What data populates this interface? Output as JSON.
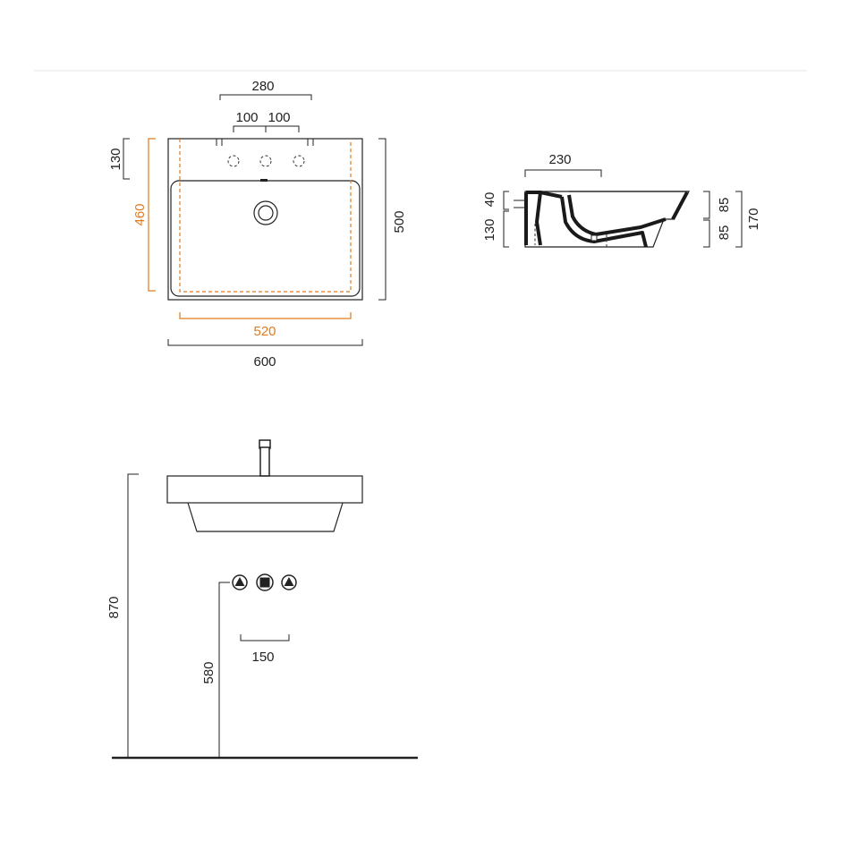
{
  "colors": {
    "line": "#222222",
    "accent": "#e07a1f",
    "divider": "#eeeeee"
  },
  "top_view": {
    "dim_tap_span": "280",
    "dim_hole_left": "100",
    "dim_hole_right": "100",
    "dim_deck_depth": "130",
    "dim_inner_depth": "460",
    "dim_outer_depth": "500",
    "dim_inner_width": "520",
    "dim_outer_width": "600"
  },
  "side_view": {
    "dim_depth": "230",
    "dim_top": "40",
    "dim_lower": "130",
    "dim_upper_right": "85",
    "dim_lower_right": "85",
    "dim_total_height": "170"
  },
  "front_view": {
    "dim_rim_height": "870",
    "dim_supply_height": "580",
    "dim_supply_spacing": "150",
    "icons": [
      "hot-supply-icon",
      "drain-icon",
      "cold-supply-icon"
    ]
  }
}
